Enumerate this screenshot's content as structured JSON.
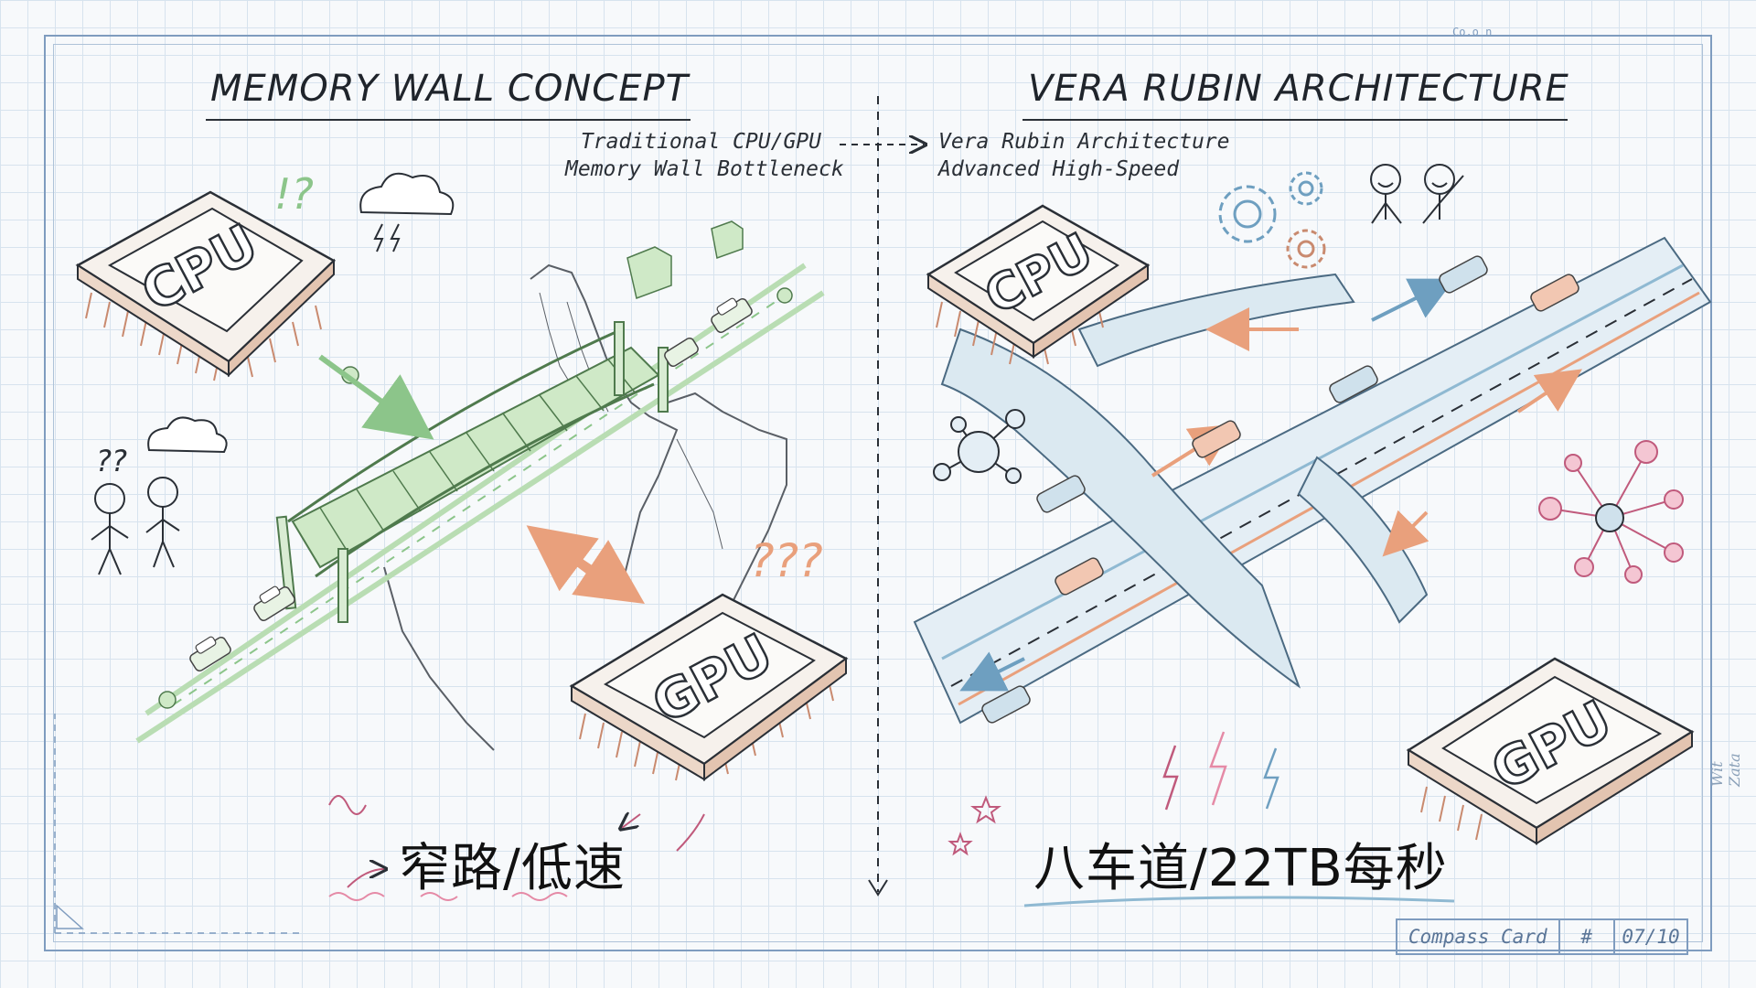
{
  "left_panel": {
    "title": "MEMORY WALL CONCEPT",
    "chip_top": "CPU",
    "chip_bottom": "GPU",
    "caption": "窄路/低速",
    "marks": [
      "!?",
      "??",
      "???"
    ]
  },
  "right_panel": {
    "title": "VERA RUBIN ARCHITECTURE",
    "chip_top": "CPU",
    "chip_bottom": "GPU",
    "caption": "八车道/22TB每秒"
  },
  "transition": {
    "left_line1": "Traditional CPU/GPU",
    "left_line2": "Memory Wall Bottleneck",
    "right_line1": "Vera Rubin Architecture",
    "right_line2": "Advanced High-Speed"
  },
  "footer_card": {
    "name": "Compass Card",
    "symbol": "#",
    "page": "07/10"
  },
  "corner_note": "Co.o n",
  "side_note": "Wit  Zata",
  "colors": {
    "grid": "#d7e3ee",
    "frame": "#7f9cbf",
    "green": "#8cc58a",
    "orange": "#e9a07c",
    "blue": "#8fb9d2",
    "pink": "#e58aa6"
  }
}
